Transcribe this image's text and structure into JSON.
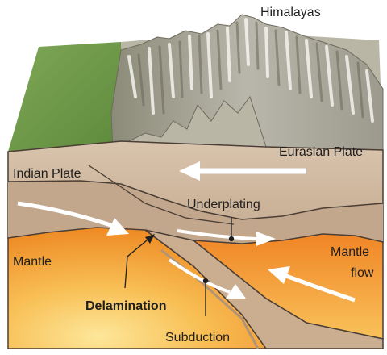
{
  "labels": {
    "himalayas": "Himalayas",
    "eurasian_plate": "Eurasian Plate",
    "indian_plate": "Indian Plate",
    "underplating": "Underplating",
    "mantle": "Mantle",
    "mantle_flow_line1": "Mantle",
    "mantle_flow_line2": "flow",
    "delamination": "Delamination",
    "subduction": "Subduction"
  },
  "colors": {
    "grass": "#6e9a48",
    "crust": "#cdb69e",
    "crust_dark": "#b89d84",
    "mantle_orange": "#f0902a",
    "mantle_light": "#fbd36a",
    "plate_slab": "#c9ab8e",
    "arrow": "#ffffff",
    "outline": "#4a3e36"
  }
}
